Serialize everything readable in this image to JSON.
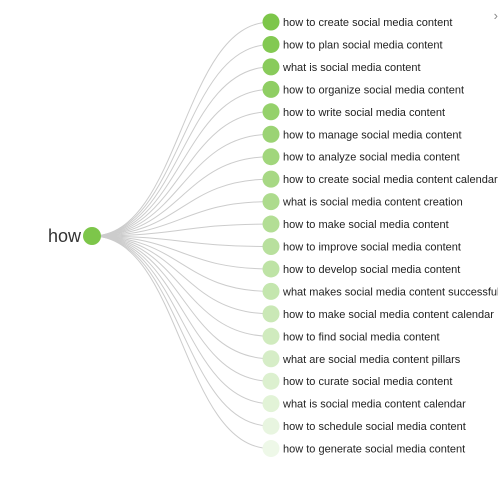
{
  "root": {
    "label": "how",
    "color": "#7dc64a"
  },
  "leaves": [
    "how to create social media content",
    "how to plan social media content",
    "what is social media content",
    "how to organize social media content",
    "how to write social media content",
    "how to manage social media content",
    "how to analyze social media content",
    "how to create social media content calendar",
    "what is social media content creation",
    "how to make social media content",
    "how to improve social media content",
    "how to develop social media content",
    "what makes social media content successful",
    "how to make social media content calendar",
    "how to find social media content",
    "what are social media content pillars",
    "how to curate social media content",
    "what is social media content calendar",
    "how to schedule social media content",
    "how to generate social media content"
  ],
  "colors": {
    "leaf_start": "#7dc64a",
    "leaf_end": "#eef8e8",
    "link": "#cccccc"
  }
}
